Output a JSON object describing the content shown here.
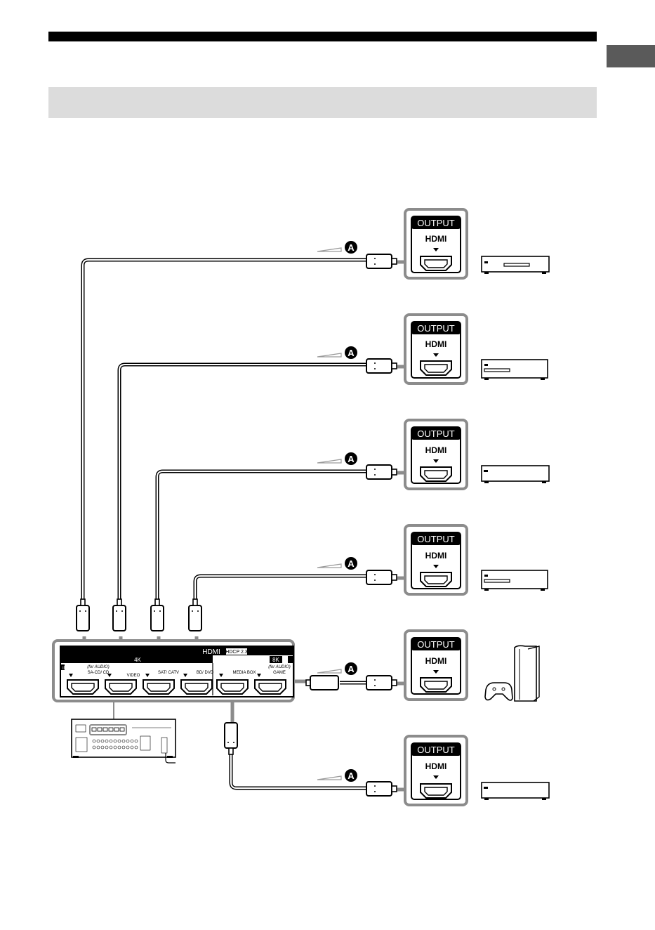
{
  "device_ports": {
    "output_label": "OUTPUT",
    "port_label": "HDMI"
  },
  "cable_badge": "A",
  "receiver_panel": {
    "panel_title": "HDMI",
    "hdcp_label": "HDCP 2.3",
    "in_label": "IN",
    "badge_4k": "4K",
    "badge_8k": "8K",
    "inputs": [
      {
        "top": "(for AUDIO)",
        "name": "SA-CD/ CD"
      },
      {
        "top": "",
        "name": "VIDEO"
      },
      {
        "top": "",
        "name": "SAT/ CATV"
      },
      {
        "top": "",
        "name": "BD/ DVD"
      },
      {
        "top": "",
        "name": "MEDIA BOX"
      },
      {
        "top": "(for AUDIO)",
        "name": "GAME"
      }
    ]
  },
  "colors": {
    "line": "#000000",
    "frame": "#8c8c8c",
    "band": "#dcdcdc",
    "tab": "#5a5a5a"
  }
}
